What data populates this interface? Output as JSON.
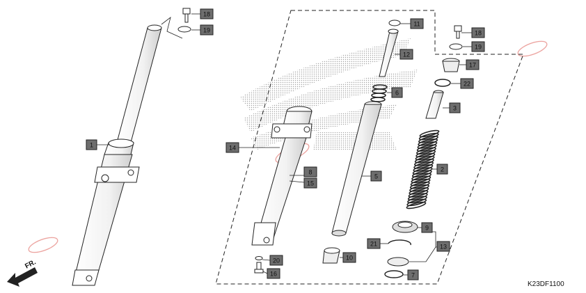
{
  "diagram": {
    "code": "K23DF1100",
    "front_label": "FR.",
    "callouts": {
      "c1": "1",
      "c2": "2",
      "c3": "3",
      "c5": "5",
      "c6": "6",
      "c7": "7",
      "c8": "8",
      "c9": "9",
      "c10": "10",
      "c11": "11",
      "c12": "12",
      "c13": "13",
      "c14": "14",
      "c15": "15",
      "c16": "16",
      "c17": "17",
      "c18a": "18",
      "c18b": "18",
      "c19a": "19",
      "c19b": "19",
      "c20": "20",
      "c21": "21",
      "c22": "22"
    }
  },
  "colors": {
    "line": "#222222",
    "callout_box": "#6e6e6e",
    "watermark_dots": "#9a9a9a",
    "moto_watermark_red": "#d9473f"
  }
}
